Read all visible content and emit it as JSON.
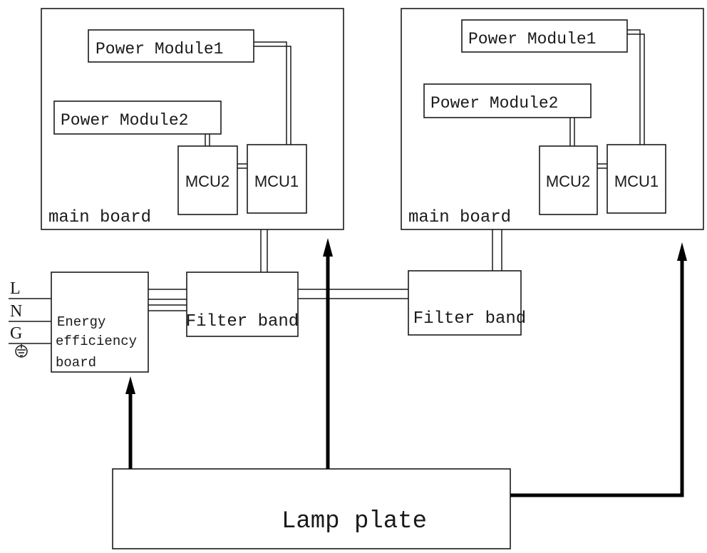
{
  "diagram": {
    "boards": [
      {
        "label": "main board",
        "power_module_1": "Power Module1",
        "power_module_2": "Power Module2",
        "mcu_1": "MCU1",
        "mcu_2": "MCU2"
      },
      {
        "label": "main board",
        "power_module_1": "Power Module1",
        "power_module_2": "Power Module2",
        "mcu_1": "MCU1",
        "mcu_2": "MCU2"
      }
    ],
    "filter_bands": [
      "Filter band",
      "Filter band"
    ],
    "energy_board": [
      "Energy",
      "efficiency",
      "board"
    ],
    "inputs": [
      "L",
      "N",
      "G"
    ],
    "lamp_plate": "Lamp plate"
  }
}
